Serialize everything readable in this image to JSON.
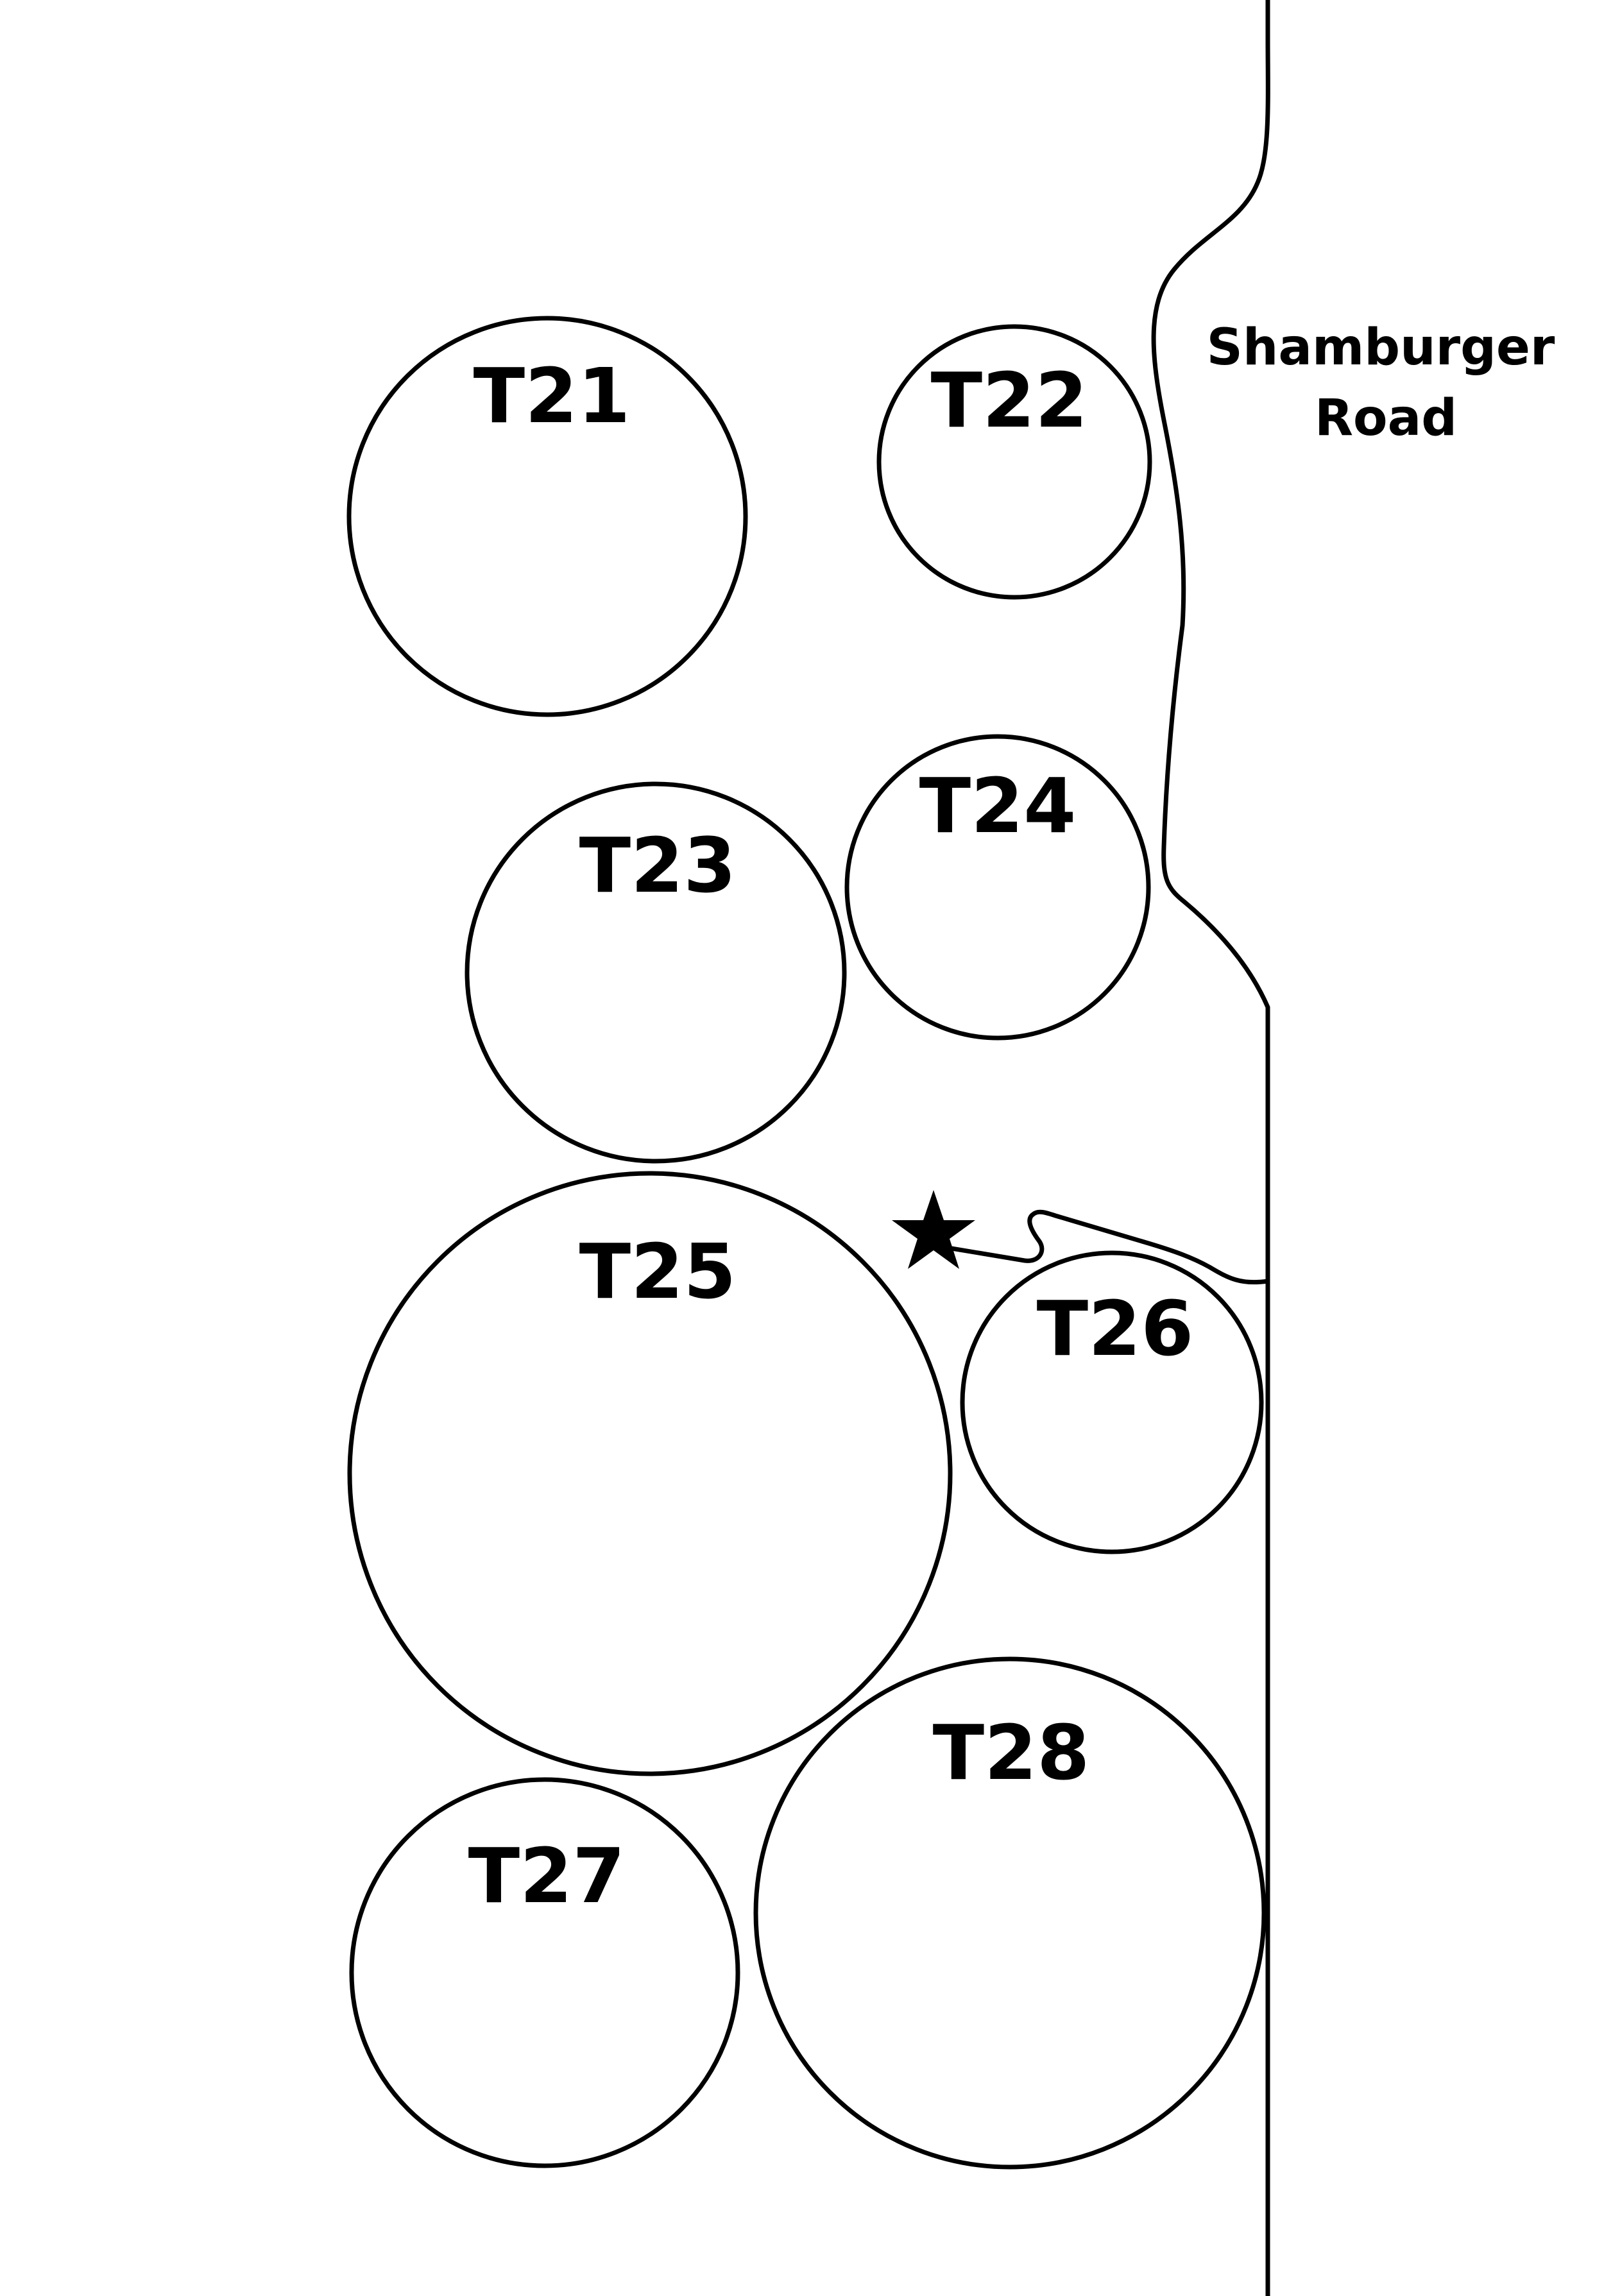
{
  "road": {
    "name_line1": "Shamburger",
    "name_line2": "Road"
  },
  "fields": [
    {
      "id": "t21",
      "label": "T21"
    },
    {
      "id": "t22",
      "label": "T22"
    },
    {
      "id": "t23",
      "label": "T23"
    },
    {
      "id": "t24",
      "label": "T24"
    },
    {
      "id": "t25",
      "label": "T25"
    },
    {
      "id": "t26",
      "label": "T26"
    },
    {
      "id": "t27",
      "label": "T27"
    },
    {
      "id": "t28",
      "label": "T28"
    }
  ],
  "marker": {
    "icon": "star-icon"
  }
}
